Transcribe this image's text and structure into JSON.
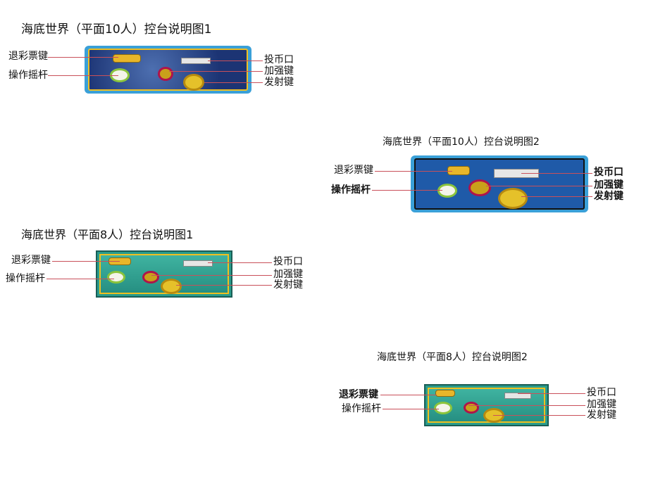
{
  "panels": [
    {
      "title": "海底世界（平面10人）控台说明图1",
      "labels": {
        "ticket": "退彩票键",
        "joystick": "操作摇杆",
        "coin": "投币口",
        "boost": "加强键",
        "fire": "发射键"
      }
    },
    {
      "title": "海底世界（平面10人）控台说明图2",
      "labels": {
        "ticket": "退彩票键",
        "joystick": "操作摇杆",
        "coin": "投币口",
        "boost": "加强键",
        "fire": "发射键"
      }
    },
    {
      "title": "海底世界（平面8人）控台说明图1",
      "labels": {
        "ticket": "退彩票键",
        "joystick": "操作摇杆",
        "coin": "投币口",
        "boost": "加强键",
        "fire": "发射键"
      }
    },
    {
      "title": "海底世界（平面8人）控台说明图2",
      "labels": {
        "ticket": "退彩票键",
        "joystick": "操作摇杆",
        "coin": "投币口",
        "boost": "加强键",
        "fire": "发射键"
      }
    }
  ]
}
